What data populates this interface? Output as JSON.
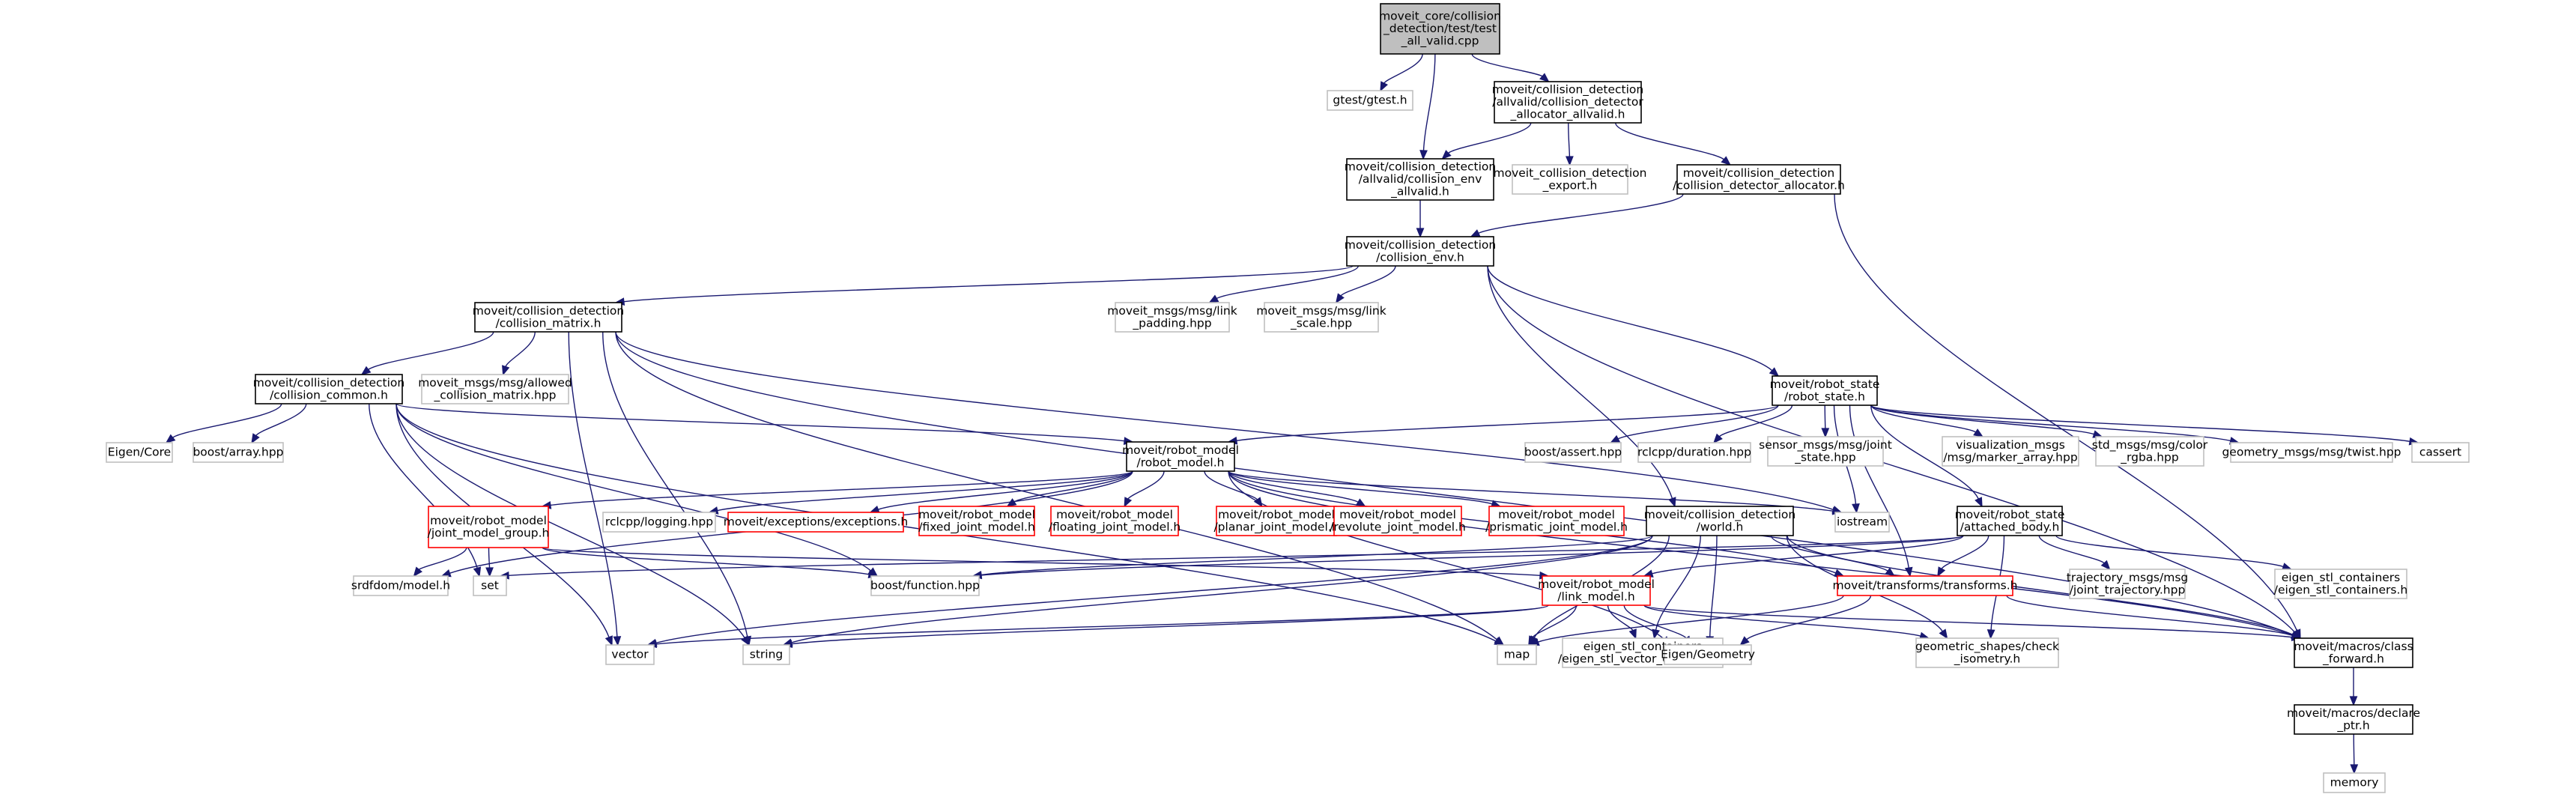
{
  "diagram": {
    "colors": {
      "edge": "#191970",
      "root_fill": "#bfbfbf",
      "node_border": "#000000",
      "external_border": "#bfbfbf",
      "missing_border": "#ff0000",
      "text": "#000000"
    },
    "nodes": [
      {
        "id": "root",
        "lines": [
          "moveit_core/collision",
          "_detection/test/test",
          "_all_valid.cpp"
        ],
        "style": "root"
      },
      {
        "id": "gtest",
        "lines": [
          "gtest/gtest.h"
        ],
        "style": "external"
      },
      {
        "id": "cd_alloc_allvalid",
        "lines": [
          "moveit/collision_detection",
          "/allvalid/collision_detector",
          "_allocator_allvalid.h"
        ],
        "style": "normal"
      },
      {
        "id": "cenv_allvalid",
        "lines": [
          "moveit/collision_detection",
          "/allvalid/collision_env",
          "_allvalid.h"
        ],
        "style": "normal"
      },
      {
        "id": "cd_export",
        "lines": [
          "moveit_collision_detection",
          "_export.h"
        ],
        "style": "external"
      },
      {
        "id": "cd_allocator",
        "lines": [
          "moveit/collision_detection",
          "/collision_detector_allocator.h"
        ],
        "style": "normal"
      },
      {
        "id": "collision_env",
        "lines": [
          "moveit/collision_detection",
          "/collision_env.h"
        ],
        "style": "normal"
      },
      {
        "id": "collision_matrix",
        "lines": [
          "moveit/collision_detection",
          "/collision_matrix.h"
        ],
        "style": "normal"
      },
      {
        "id": "link_padding",
        "lines": [
          "moveit_msgs/msg/link",
          "_padding.hpp"
        ],
        "style": "external"
      },
      {
        "id": "link_scale",
        "lines": [
          "moveit_msgs/msg/link",
          "_scale.hpp"
        ],
        "style": "external"
      },
      {
        "id": "robot_state",
        "lines": [
          "moveit/robot_state",
          "/robot_state.h"
        ],
        "style": "normal"
      },
      {
        "id": "collision_common",
        "lines": [
          "moveit/collision_detection",
          "/collision_common.h"
        ],
        "style": "normal"
      },
      {
        "id": "allowed_cm",
        "lines": [
          "moveit_msgs/msg/allowed",
          "_collision_matrix.hpp"
        ],
        "style": "external"
      },
      {
        "id": "eigen_core",
        "lines": [
          "Eigen/Core"
        ],
        "style": "external"
      },
      {
        "id": "boost_array",
        "lines": [
          "boost/array.hpp"
        ],
        "style": "external"
      },
      {
        "id": "robot_model",
        "lines": [
          "moveit/robot_model",
          "/robot_model.h"
        ],
        "style": "normal"
      },
      {
        "id": "boost_assert",
        "lines": [
          "boost/assert.hpp"
        ],
        "style": "external"
      },
      {
        "id": "rclcpp_duration",
        "lines": [
          "rclcpp/duration.hpp"
        ],
        "style": "external"
      },
      {
        "id": "joint_state",
        "lines": [
          "sensor_msgs/msg/joint",
          "_state.hpp"
        ],
        "style": "external"
      },
      {
        "id": "marker_array",
        "lines": [
          "visualization_msgs",
          "/msg/marker_array.hpp"
        ],
        "style": "external"
      },
      {
        "id": "color_rgba",
        "lines": [
          "std_msgs/msg/color",
          "_rgba.hpp"
        ],
        "style": "external"
      },
      {
        "id": "twist",
        "lines": [
          "geometry_msgs/msg/twist.hpp"
        ],
        "style": "external"
      },
      {
        "id": "cassert",
        "lines": [
          "cassert"
        ],
        "style": "external"
      },
      {
        "id": "joint_model_group",
        "lines": [
          "moveit/robot_model",
          "/joint_model_group.h"
        ],
        "style": "missing"
      },
      {
        "id": "rclcpp_logging",
        "lines": [
          "rclcpp/logging.hpp"
        ],
        "style": "external"
      },
      {
        "id": "exceptions",
        "lines": [
          "moveit/exceptions/exceptions.h"
        ],
        "style": "missing"
      },
      {
        "id": "fixed_jm",
        "lines": [
          "moveit/robot_model",
          "/fixed_joint_model.h"
        ],
        "style": "missing"
      },
      {
        "id": "floating_jm",
        "lines": [
          "moveit/robot_model",
          "/floating_joint_model.h"
        ],
        "style": "missing"
      },
      {
        "id": "planar_jm",
        "lines": [
          "moveit/robot_model",
          "/planar_joint_model.h"
        ],
        "style": "missing"
      },
      {
        "id": "revolute_jm",
        "lines": [
          "moveit/robot_model",
          "/revolute_joint_model.h"
        ],
        "style": "missing"
      },
      {
        "id": "prismatic_jm",
        "lines": [
          "moveit/robot_model",
          "/prismatic_joint_model.h"
        ],
        "style": "missing"
      },
      {
        "id": "world",
        "lines": [
          "moveit/collision_detection",
          "/world.h"
        ],
        "style": "normal"
      },
      {
        "id": "iostream",
        "lines": [
          "iostream"
        ],
        "style": "external"
      },
      {
        "id": "attached_body",
        "lines": [
          "moveit/robot_state",
          "/attached_body.h"
        ],
        "style": "normal"
      },
      {
        "id": "srdfdom",
        "lines": [
          "srdfdom/model.h"
        ],
        "style": "external"
      },
      {
        "id": "set",
        "lines": [
          "set"
        ],
        "style": "external"
      },
      {
        "id": "boost_function",
        "lines": [
          "boost/function.hpp"
        ],
        "style": "external"
      },
      {
        "id": "link_model",
        "lines": [
          "moveit/robot_model",
          "/link_model.h"
        ],
        "style": "missing"
      },
      {
        "id": "transforms",
        "lines": [
          "moveit/transforms/transforms.h"
        ],
        "style": "missing"
      },
      {
        "id": "trajectory",
        "lines": [
          "trajectory_msgs/msg",
          "/joint_trajectory.hpp"
        ],
        "style": "external"
      },
      {
        "id": "eigen_stl",
        "lines": [
          "eigen_stl_containers",
          "/eigen_stl_containers.h"
        ],
        "style": "external"
      },
      {
        "id": "vector",
        "lines": [
          "vector"
        ],
        "style": "external"
      },
      {
        "id": "string",
        "lines": [
          "string"
        ],
        "style": "external"
      },
      {
        "id": "map",
        "lines": [
          "map"
        ],
        "style": "external"
      },
      {
        "id": "eigen_stl_vector",
        "lines": [
          "eigen_stl_containers",
          "/eigen_stl_vector_container.h"
        ],
        "style": "external"
      },
      {
        "id": "eigen_geometry",
        "lines": [
          "Eigen/Geometry"
        ],
        "style": "external"
      },
      {
        "id": "check_isometry",
        "lines": [
          "geometric_shapes/check",
          "_isometry.h"
        ],
        "style": "external"
      },
      {
        "id": "class_forward",
        "lines": [
          "moveit/macros/class",
          "_forward.h"
        ],
        "style": "normal"
      },
      {
        "id": "declare_ptr",
        "lines": [
          "moveit/macros/declare",
          "_ptr.h"
        ],
        "style": "normal"
      },
      {
        "id": "memory",
        "lines": [
          "memory"
        ],
        "style": "external"
      }
    ],
    "edges": [
      [
        "root",
        "gtest"
      ],
      [
        "root",
        "cd_alloc_allvalid"
      ],
      [
        "root",
        "cenv_allvalid"
      ],
      [
        "cd_alloc_allvalid",
        "cenv_allvalid"
      ],
      [
        "cd_alloc_allvalid",
        "cd_export"
      ],
      [
        "cd_alloc_allvalid",
        "cd_allocator"
      ],
      [
        "cenv_allvalid",
        "collision_env"
      ],
      [
        "cd_allocator",
        "collision_env"
      ],
      [
        "cd_allocator",
        "class_forward"
      ],
      [
        "collision_env",
        "collision_matrix"
      ],
      [
        "collision_env",
        "link_padding"
      ],
      [
        "collision_env",
        "link_scale"
      ],
      [
        "collision_env",
        "robot_state"
      ],
      [
        "collision_env",
        "world"
      ],
      [
        "collision_env",
        "class_forward"
      ],
      [
        "collision_matrix",
        "collision_common"
      ],
      [
        "collision_matrix",
        "allowed_cm"
      ],
      [
        "collision_matrix",
        "vector"
      ],
      [
        "collision_matrix",
        "string"
      ],
      [
        "collision_matrix",
        "map"
      ],
      [
        "collision_matrix",
        "iostream"
      ],
      [
        "collision_matrix",
        "class_forward"
      ],
      [
        "collision_common",
        "eigen_core"
      ],
      [
        "collision_common",
        "boost_array"
      ],
      [
        "collision_common",
        "robot_model"
      ],
      [
        "collision_common",
        "set"
      ],
      [
        "collision_common",
        "boost_function"
      ],
      [
        "collision_common",
        "vector"
      ],
      [
        "collision_common",
        "string"
      ],
      [
        "collision_common",
        "map"
      ],
      [
        "robot_state",
        "robot_model"
      ],
      [
        "robot_state",
        "boost_assert"
      ],
      [
        "robot_state",
        "rclcpp_duration"
      ],
      [
        "robot_state",
        "joint_state"
      ],
      [
        "robot_state",
        "marker_array"
      ],
      [
        "robot_state",
        "color_rgba"
      ],
      [
        "robot_state",
        "twist"
      ],
      [
        "robot_state",
        "cassert"
      ],
      [
        "robot_state",
        "attached_body"
      ],
      [
        "robot_state",
        "iostream"
      ],
      [
        "robot_state",
        "transforms"
      ],
      [
        "robot_model",
        "joint_model_group"
      ],
      [
        "robot_model",
        "rclcpp_logging"
      ],
      [
        "robot_model",
        "exceptions"
      ],
      [
        "robot_model",
        "fixed_jm"
      ],
      [
        "robot_model",
        "floating_jm"
      ],
      [
        "robot_model",
        "planar_jm"
      ],
      [
        "robot_model",
        "revolute_jm"
      ],
      [
        "robot_model",
        "prismatic_jm"
      ],
      [
        "robot_model",
        "srdfdom"
      ],
      [
        "robot_model",
        "iostream"
      ],
      [
        "robot_model",
        "eigen_geometry"
      ],
      [
        "robot_model",
        "class_forward"
      ],
      [
        "robot_model",
        "transforms"
      ],
      [
        "joint_model_group",
        "srdfdom"
      ],
      [
        "joint_model_group",
        "set"
      ],
      [
        "joint_model_group",
        "boost_function"
      ],
      [
        "joint_model_group",
        "link_model"
      ],
      [
        "world",
        "boost_function"
      ],
      [
        "world",
        "vector"
      ],
      [
        "world",
        "string"
      ],
      [
        "world",
        "map"
      ],
      [
        "world",
        "eigen_stl_vector"
      ],
      [
        "world",
        "eigen_geometry"
      ],
      [
        "world",
        "transforms"
      ],
      [
        "world",
        "check_isometry"
      ],
      [
        "world",
        "class_forward"
      ],
      [
        "attached_body",
        "link_model"
      ],
      [
        "attached_body",
        "transforms"
      ],
      [
        "attached_body",
        "trajectory"
      ],
      [
        "attached_body",
        "eigen_stl"
      ],
      [
        "attached_body",
        "set"
      ],
      [
        "attached_body",
        "boost_function"
      ],
      [
        "attached_body",
        "check_isometry"
      ],
      [
        "link_model",
        "vector"
      ],
      [
        "link_model",
        "string"
      ],
      [
        "link_model",
        "map"
      ],
      [
        "link_model",
        "eigen_stl_vector"
      ],
      [
        "link_model",
        "eigen_geometry"
      ],
      [
        "link_model",
        "class_forward"
      ],
      [
        "link_model",
        "check_isometry"
      ],
      [
        "transforms",
        "map"
      ],
      [
        "transforms",
        "eigen_geometry"
      ],
      [
        "transforms",
        "class_forward"
      ],
      [
        "class_forward",
        "declare_ptr"
      ],
      [
        "declare_ptr",
        "memory"
      ]
    ]
  }
}
